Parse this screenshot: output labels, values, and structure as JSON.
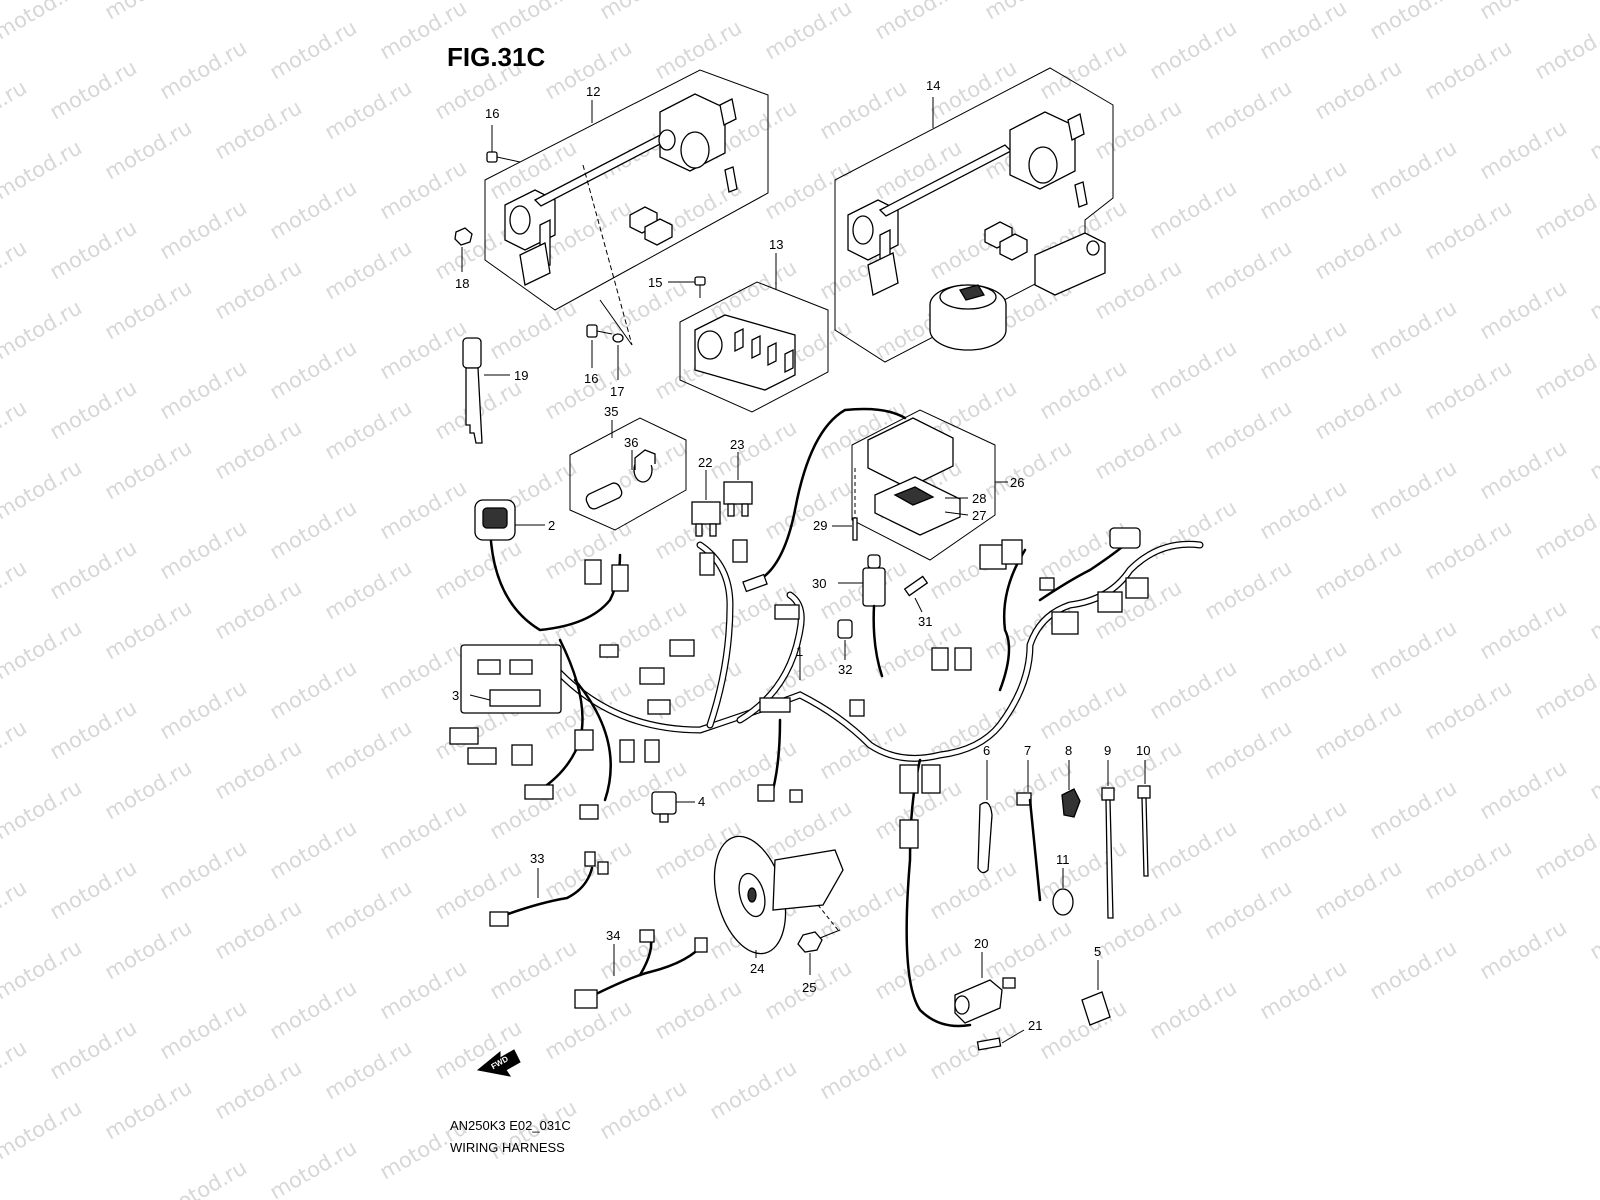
{
  "title": "FIG.31C",
  "footer": {
    "code": "AN250K3 E02_031C",
    "name": "WIRING HARNESS"
  },
  "watermark": "motod.ru",
  "direction_arrow": "FWD",
  "callouts": [
    {
      "id": "12",
      "text": "12"
    },
    {
      "id": "14",
      "text": "14"
    },
    {
      "id": "16a",
      "text": "16"
    },
    {
      "id": "18",
      "text": "18"
    },
    {
      "id": "15",
      "text": "15"
    },
    {
      "id": "13",
      "text": "13"
    },
    {
      "id": "16b",
      "text": "16"
    },
    {
      "id": "17",
      "text": "17"
    },
    {
      "id": "19",
      "text": "19"
    },
    {
      "id": "35",
      "text": "35"
    },
    {
      "id": "36",
      "text": "36"
    },
    {
      "id": "22",
      "text": "22"
    },
    {
      "id": "23",
      "text": "23"
    },
    {
      "id": "26",
      "text": "26"
    },
    {
      "id": "28",
      "text": "28"
    },
    {
      "id": "27",
      "text": "27"
    },
    {
      "id": "29",
      "text": "29"
    },
    {
      "id": "2",
      "text": "2"
    },
    {
      "id": "30",
      "text": "30"
    },
    {
      "id": "31",
      "text": "31"
    },
    {
      "id": "1",
      "text": "1"
    },
    {
      "id": "32",
      "text": "32"
    },
    {
      "id": "3",
      "text": "3"
    },
    {
      "id": "4",
      "text": "4"
    },
    {
      "id": "6",
      "text": "6"
    },
    {
      "id": "7",
      "text": "7"
    },
    {
      "id": "8",
      "text": "8"
    },
    {
      "id": "9",
      "text": "9"
    },
    {
      "id": "10",
      "text": "10"
    },
    {
      "id": "11",
      "text": "11"
    },
    {
      "id": "33",
      "text": "33"
    },
    {
      "id": "34",
      "text": "34"
    },
    {
      "id": "24",
      "text": "24"
    },
    {
      "id": "25",
      "text": "25"
    },
    {
      "id": "20",
      "text": "20"
    },
    {
      "id": "21",
      "text": "21"
    },
    {
      "id": "5",
      "text": "5"
    }
  ]
}
